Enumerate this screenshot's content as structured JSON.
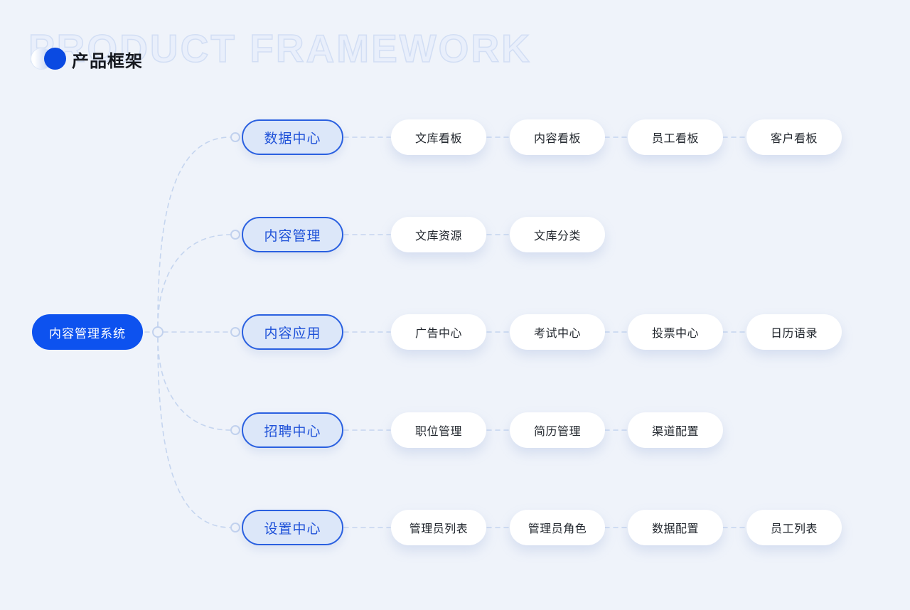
{
  "page": {
    "watermark": "PRODUCT FRAMEWORK",
    "title": "产品框架"
  },
  "colors": {
    "background": "#eff3fa",
    "root_fill": "#0d52ef",
    "branch_fill": "#dce7f9",
    "branch_border": "#2a60e0",
    "branch_text": "#1d50d8",
    "leaf_fill": "#ffffff",
    "leaf_text": "#22272e",
    "connector": "#c5d5ef",
    "logo_blue": "#0a4ae2"
  },
  "tree": {
    "root": {
      "label": "内容管理系统"
    },
    "rows": [
      {
        "branch": {
          "label": "数据中心"
        },
        "children": [
          {
            "label": "文库看板"
          },
          {
            "label": "内容看板"
          },
          {
            "label": "员工看板"
          },
          {
            "label": "客户看板"
          }
        ]
      },
      {
        "branch": {
          "label": "内容管理"
        },
        "children": [
          {
            "label": "文库资源"
          },
          {
            "label": "文库分类"
          }
        ]
      },
      {
        "branch": {
          "label": "内容应用"
        },
        "children": [
          {
            "label": "广告中心"
          },
          {
            "label": "考试中心"
          },
          {
            "label": "投票中心"
          },
          {
            "label": "日历语录"
          }
        ]
      },
      {
        "branch": {
          "label": "招聘中心"
        },
        "children": [
          {
            "label": "职位管理"
          },
          {
            "label": "简历管理"
          },
          {
            "label": "渠道配置"
          }
        ]
      },
      {
        "branch": {
          "label": "设置中心"
        },
        "children": [
          {
            "label": "管理员列表"
          },
          {
            "label": "管理员角色"
          },
          {
            "label": "数据配置"
          },
          {
            "label": "员工列表"
          }
        ]
      }
    ]
  }
}
